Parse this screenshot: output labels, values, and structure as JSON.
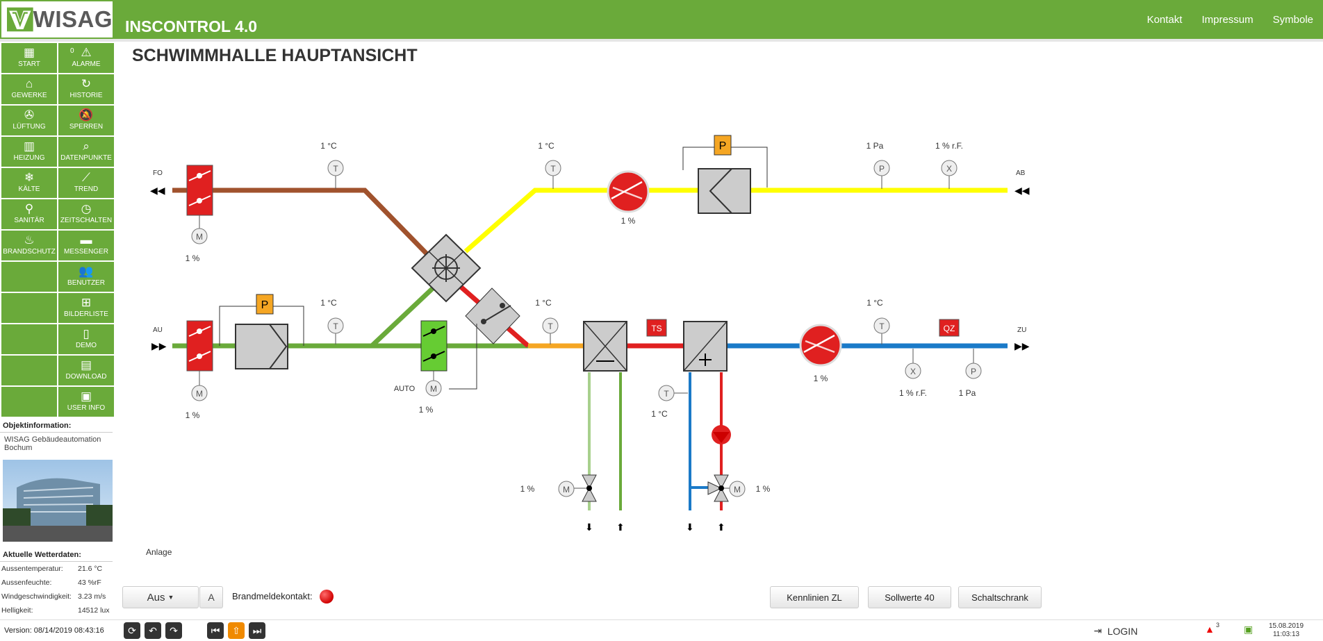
{
  "header": {
    "logo_text": "WISAG",
    "app_title": "INSCONTROL 4.0",
    "nav": [
      "Kontakt",
      "Impressum",
      "Symbole"
    ]
  },
  "sidebar": {
    "left": [
      {
        "label": "START",
        "icon": "grid-icon"
      },
      {
        "label": "GEWERKE",
        "icon": "building-icon"
      },
      {
        "label": "LÜFTUNG",
        "icon": "fan-icon"
      },
      {
        "label": "HEIZUNG",
        "icon": "radiator-icon"
      },
      {
        "label": "KÄLTE",
        "icon": "snowflake-icon"
      },
      {
        "label": "SANITÄR",
        "icon": "tap-icon"
      },
      {
        "label": "BRANDSCHUTZ",
        "icon": "flame-icon"
      }
    ],
    "right": [
      {
        "label": "ALARME",
        "icon": "alarm-icon",
        "count": "0"
      },
      {
        "label": "HISTORIE",
        "icon": "history-icon"
      },
      {
        "label": "SPERREN",
        "icon": "bell-off-icon"
      },
      {
        "label": "DATENPUNKTE",
        "icon": "search-chart-icon"
      },
      {
        "label": "TREND",
        "icon": "trend-icon"
      },
      {
        "label": "ZEITSCHALTEN",
        "icon": "clock-icon"
      },
      {
        "label": "MESSENGER",
        "icon": "message-icon"
      },
      {
        "label": "BENUTZER",
        "icon": "users-icon"
      },
      {
        "label": "BILDERLISTE",
        "icon": "sitemap-icon"
      },
      {
        "label": "DEMO",
        "icon": "door-icon"
      },
      {
        "label": "DOWNLOAD",
        "icon": "download-icon"
      },
      {
        "label": "USER INFO",
        "icon": "user-card-icon"
      }
    ]
  },
  "object_info": {
    "title": "Objektinformation:",
    "text": "WISAG Gebäudeautomation Bochum"
  },
  "weather": {
    "title": "Aktuelle Wetterdaten:",
    "rows": [
      {
        "label": "Aussentemperatur:",
        "value": "21.6 °C"
      },
      {
        "label": "Aussenfeuchte:",
        "value": "43 %rF"
      },
      {
        "label": "Windgeschwindigkeit:",
        "value": "3.23 m/s"
      },
      {
        "label": "Helligkeit:",
        "value": "14512 lux"
      }
    ]
  },
  "page": {
    "title": "SCHWIMMHALLE HAUPTANSICHT",
    "anlage_label": "Anlage"
  },
  "diagram": {
    "labels": {
      "fo": "FO",
      "ab": "AB",
      "au": "AU",
      "zu": "ZU",
      "auto": "AUTO",
      "ts": "TS",
      "qz": "QZ",
      "sensor_t": "T",
      "sensor_p": "P",
      "sensor_x": "X",
      "motor": "M",
      "pressure_switch": "P"
    },
    "values": {
      "fo_damper_pct": "1 %",
      "fo_temp": "1 °C",
      "ab_temp": "1 °C",
      "ab_fan_pct": "1 %",
      "ab_pressure": "1 Pa",
      "ab_humidity": "1 % r.F.",
      "au_damper_pct": "1 %",
      "au_temp": "1 °C",
      "mix_temp": "1 °C",
      "bypass_pct": "1 %",
      "supply_temp": "1 °C",
      "zu_fan_pct": "1 %",
      "zu_humidity": "1 % r.F.",
      "zu_pressure": "1 Pa",
      "heater_temp": "1 °C",
      "cool_valve_pct": "1 %",
      "heat_valve_pct": "1 %"
    }
  },
  "controls": {
    "mode_value": "Aus",
    "a_button": "A",
    "brand_label": "Brandmeldekontakt:",
    "buttons": [
      "Kennlinien ZL",
      "Sollwerte 40",
      "Schaltschrank"
    ]
  },
  "status": {
    "version": "Version: 08/14/2019 08:43:16",
    "login": "LOGIN",
    "alarm_count": "3",
    "date": "15.08.2019",
    "time": "11:03:13"
  },
  "colors": {
    "brand_green": "#6aaa3a",
    "pipe_brown": "#a0522d",
    "pipe_yellow": "#ffff00",
    "pipe_green": "#6aaa3a",
    "pipe_red": "#e02020",
    "pipe_blue": "#1a7ac8",
    "pipe_orange": "#f5a623"
  }
}
